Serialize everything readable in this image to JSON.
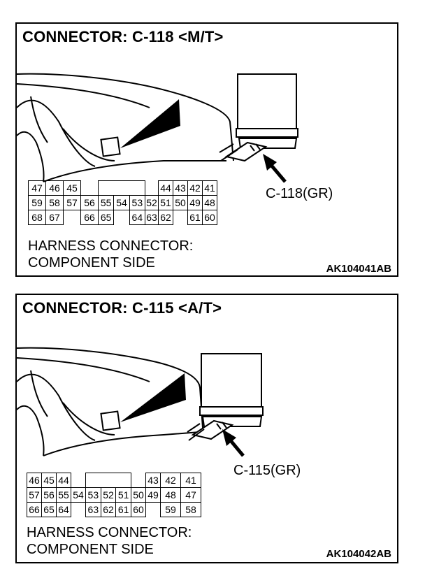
{
  "panels": [
    {
      "title": "CONNECTOR: C-118 <M/T>",
      "callout": "C-118(GR)",
      "caption_line1": "HARNESS CONNECTOR:",
      "caption_line2": "COMPONENT SIDE",
      "code": "AK104041AB",
      "rows": [
        [
          "47",
          "46",
          "45",
          "",
          "",
          "",
          "",
          "",
          "44",
          "43",
          "42",
          "41"
        ],
        [
          "59",
          "58",
          "57",
          "56",
          "55",
          "54",
          "53",
          "52",
          "51",
          "50",
          "49",
          "48"
        ],
        [
          "68",
          "67",
          "",
          "66",
          "65",
          "",
          "64",
          "63",
          "62",
          "",
          "61",
          "60"
        ]
      ]
    },
    {
      "title": "CONNECTOR: C-115 <A/T>",
      "callout": "C-115(GR)",
      "caption_line1": "HARNESS CONNECTOR:",
      "caption_line2": "COMPONENT SIDE",
      "code": "AK104042AB",
      "rows": [
        [
          "46",
          "45",
          "44",
          "",
          "",
          "",
          "",
          "",
          "43",
          "42",
          "41"
        ],
        [
          "57",
          "56",
          "55",
          "54",
          "53",
          "52",
          "51",
          "50",
          "49",
          "48",
          "47"
        ],
        [
          "66",
          "65",
          "64",
          "",
          "63",
          "62",
          "61",
          "60",
          "",
          "59",
          "58"
        ]
      ]
    }
  ]
}
